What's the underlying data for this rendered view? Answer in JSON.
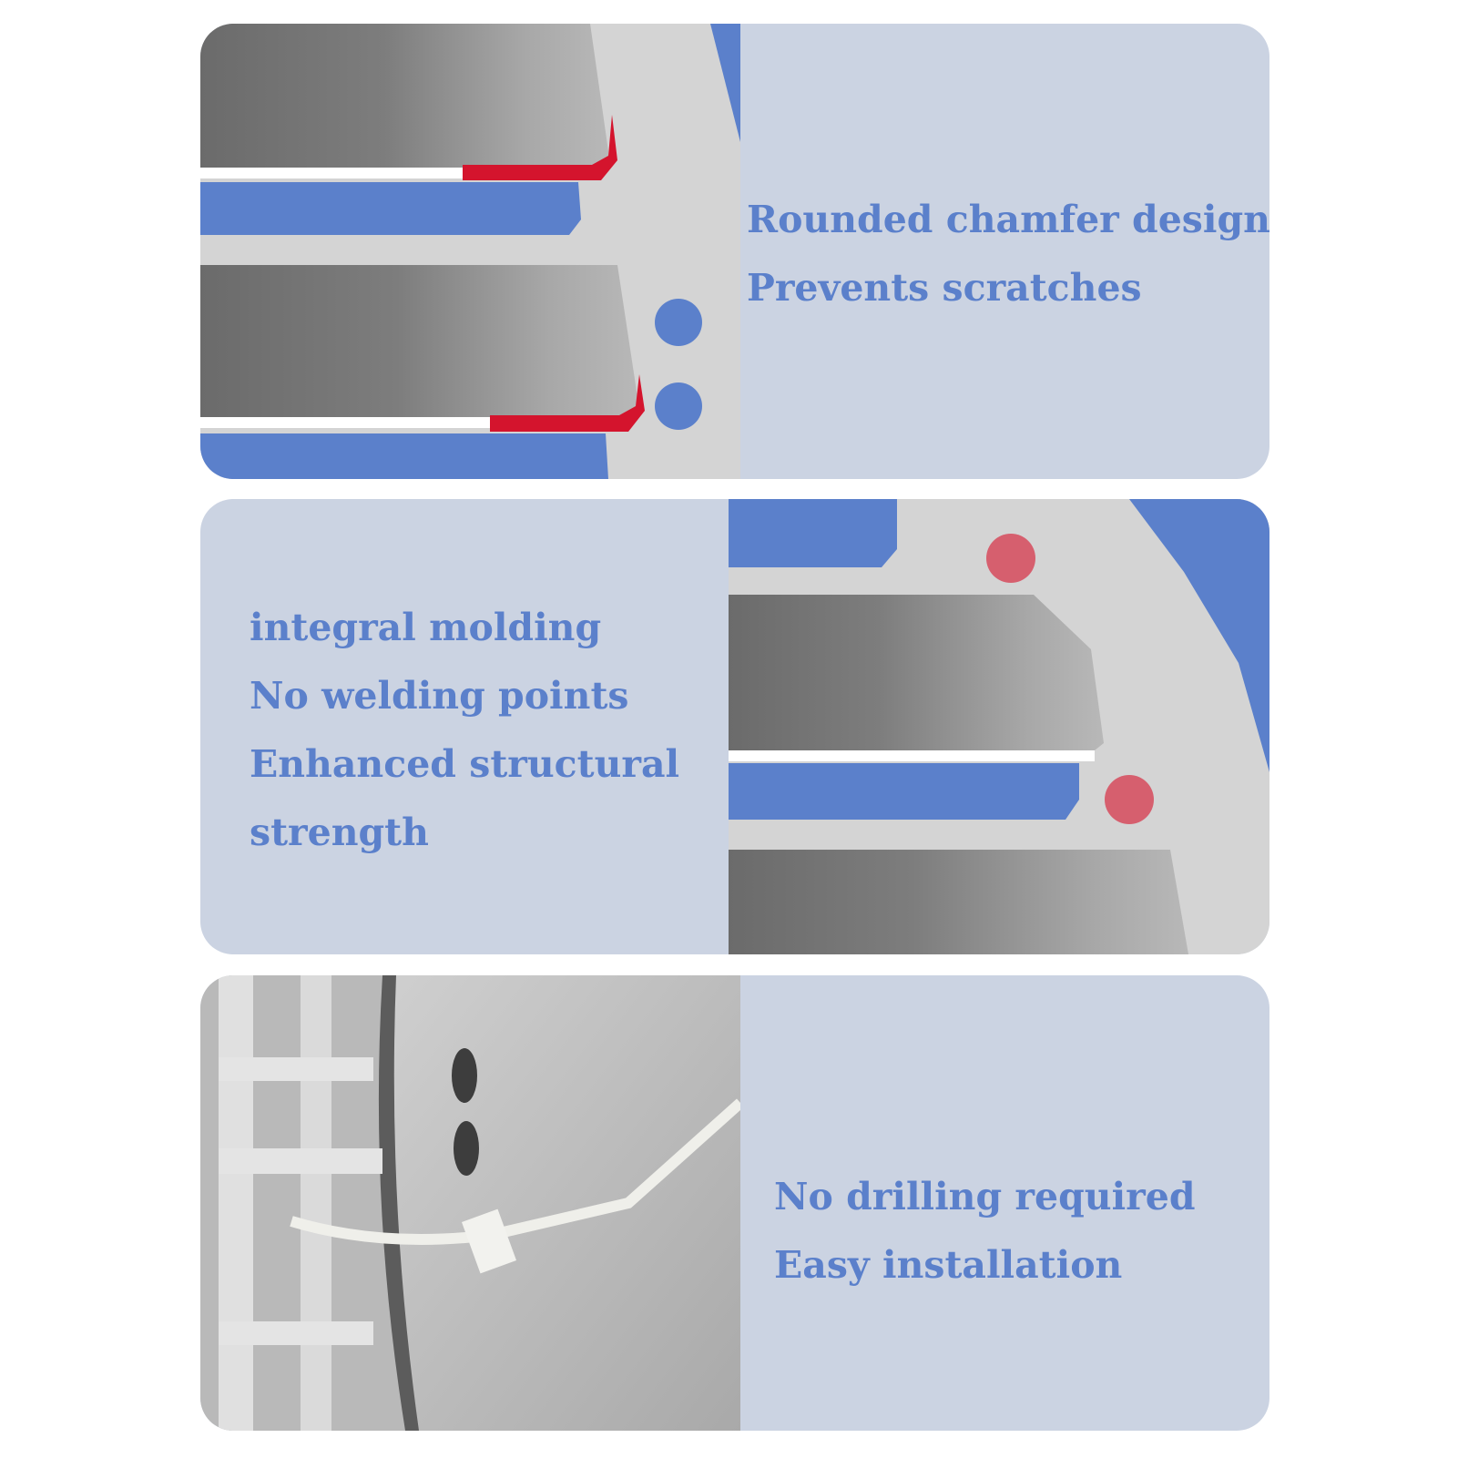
{
  "colors": {
    "panel_bg": "#cbd3e2",
    "text_accent": "#5b80cb",
    "blue": "#5b80cb",
    "red": "#d4142d",
    "pink_dot": "#d65f6e",
    "metal": "#d4d4d4"
  },
  "panels": [
    {
      "lines": [
        "Rounded chamfer design",
        "Prevents scratches"
      ]
    },
    {
      "lines": [
        "integral molding",
        "No welding points",
        "Enhanced structural",
        "strength"
      ]
    },
    {
      "lines": [
        "No drilling required",
        "Easy installation"
      ]
    }
  ]
}
